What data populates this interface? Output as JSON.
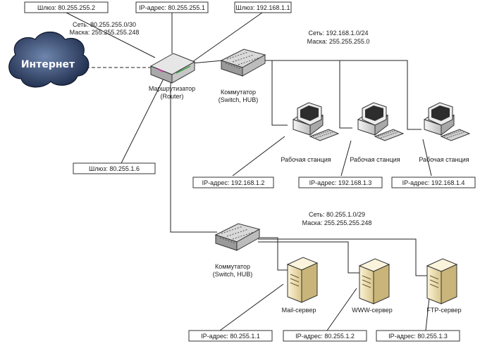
{
  "internet": {
    "label": "Интернет"
  },
  "router": {
    "caption": [
      "Маршрутизатор",
      "(Router)"
    ],
    "wan_gateway": "Шлюз: 80.255.255.2",
    "wan_ip": "IP-адрес: 80.255.255.1",
    "lan_gateway": "Шлюз: 192.168.1.1",
    "dmz_gateway": "Шлюз: 80.255.1.6",
    "wan_net": [
      "Сеть: 80.255.255.0/30",
      "Маска: 255.255.255.248"
    ]
  },
  "lan": {
    "net": [
      "Сеть: 192.168.1.0/24",
      "Маска: 255.255.255.0"
    ],
    "switch_caption": [
      "Коммутатор",
      "(Switch, HUB)"
    ],
    "workstations": [
      {
        "label": "Рабочая станция",
        "ip": "IP-адрес: 192.168.1.2"
      },
      {
        "label": "Рабочая станция",
        "ip": "IP-адрес: 192.168.1.3"
      },
      {
        "label": "Рабочая станция",
        "ip": "IP-адрес: 192.168.1.4"
      }
    ]
  },
  "dmz": {
    "net": [
      "Сеть: 80.255.1.0/29",
      "Маска: 255.255.255.248"
    ],
    "switch_caption": [
      "Коммутатор",
      "(Switch, HUB)"
    ],
    "servers": [
      {
        "label": "Mail-сервер",
        "ip": "IP-адрес: 80.255.1.1"
      },
      {
        "label": "WWW-сервер",
        "ip": "IP-адрес: 80.255.1.2"
      },
      {
        "label": "FTP-сервер",
        "ip": "IP-адрес: 80.255.1.3"
      }
    ]
  }
}
